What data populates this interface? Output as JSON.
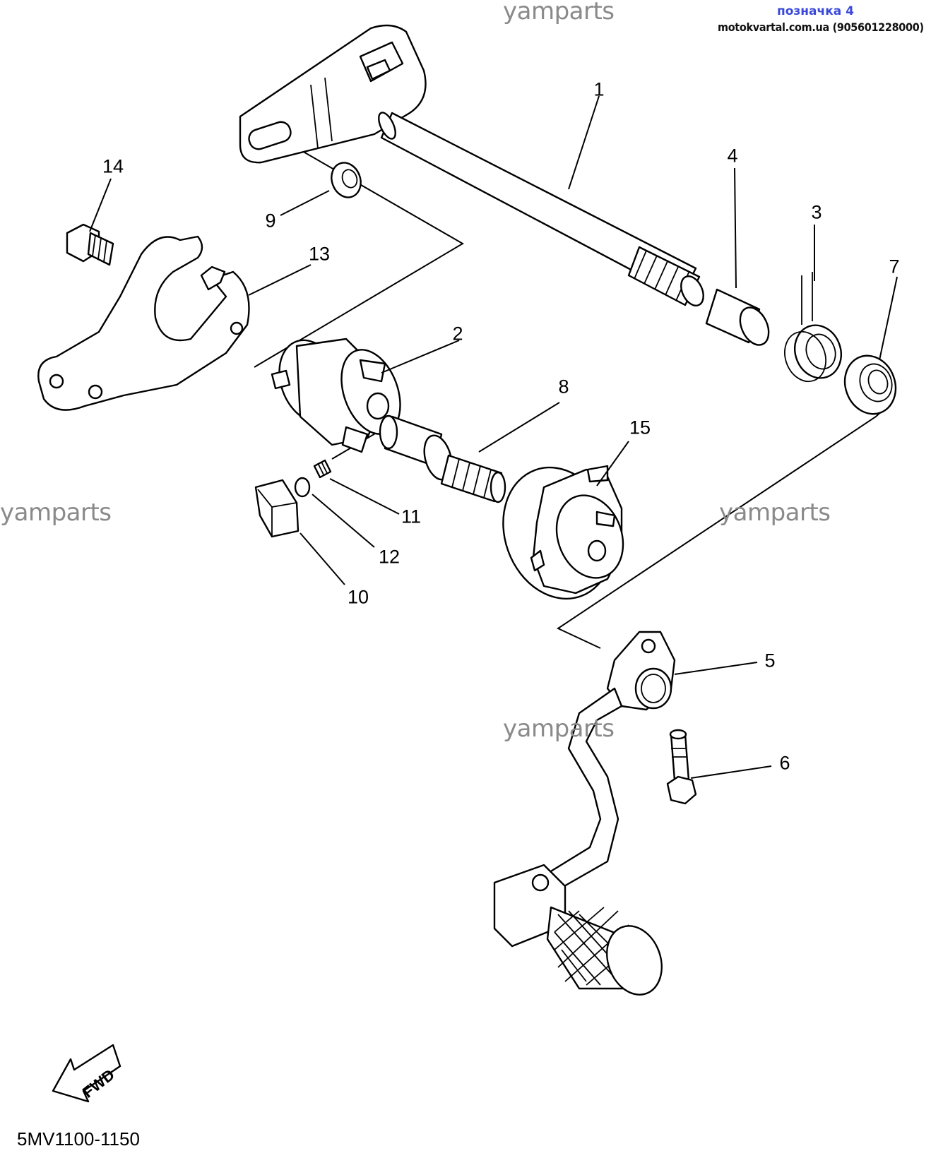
{
  "header": {
    "label": "позначка 4",
    "site": "motokvartal.com.ua (905601228000)"
  },
  "watermarks": [
    "yamparts",
    "yamparts",
    "yamparts",
    "yamparts"
  ],
  "callouts": [
    "1",
    "2",
    "3",
    "4",
    "5",
    "6",
    "7",
    "8",
    "9",
    "10",
    "11",
    "12",
    "13",
    "14",
    "15"
  ],
  "fwd_label": "FWD",
  "diagram_code": "5MV1100-1150"
}
